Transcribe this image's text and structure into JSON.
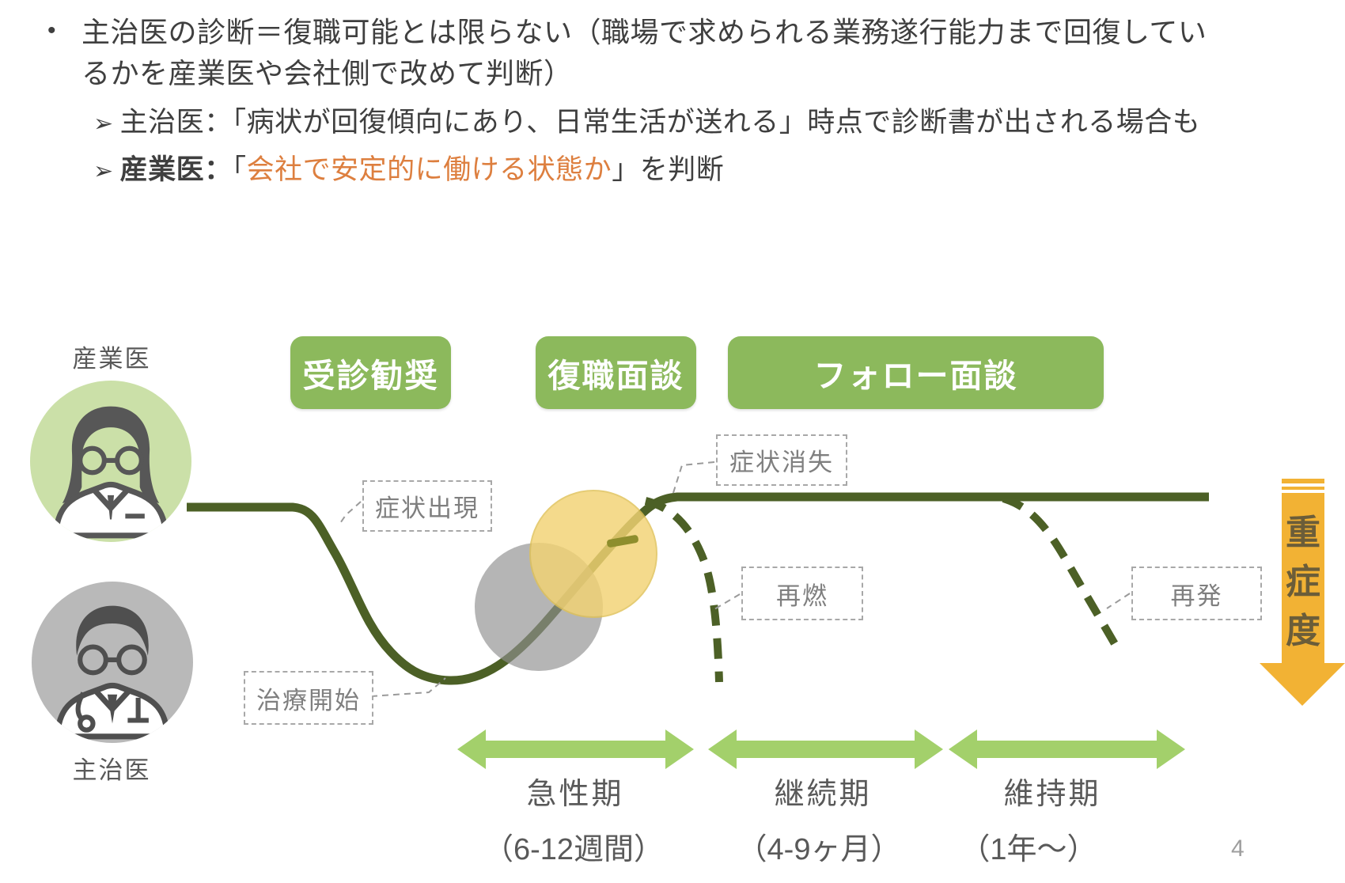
{
  "slide": {
    "page_number": "4",
    "notes": {
      "bullet_marker": "•",
      "main_line1": "主治医の診断＝復職可能とは限らない（職場で求められる業務遂行能力まで回復してい",
      "main_line2": "るかを産業医や会社側で改めて判断）",
      "arrow_marker": "➢",
      "sub1_label": "主治医：",
      "sub1_text": "「病状が回復傾向にあり、日常生活が送れる」時点で診断書が出される場合も",
      "sub2_label": "産業医：",
      "sub2_quote_open": "「",
      "sub2_highlight": "会社で安定的に働ける状態か",
      "sub2_quote_close": "」",
      "sub2_suffix": "を判断"
    },
    "diagram": {
      "actors": {
        "top": "産業医",
        "bottom": "主治医"
      },
      "stages": {
        "stage1": "受診勧奨",
        "stage2": "復職面談",
        "stage3": "フォロー面談"
      },
      "events": {
        "symptom_onset": "症状出現",
        "symptom_gone": "症状消失",
        "treatment_start": "治療開始",
        "relapse": "再燃",
        "recurrence": "再発"
      },
      "phases": [
        {
          "name": "急性期",
          "duration": "（6-12週間）"
        },
        {
          "name": "継続期",
          "duration": "（4-9ヶ月）"
        },
        {
          "name": "維持期",
          "duration": "（1年〜）"
        }
      ],
      "severity": {
        "label": "重症度",
        "chars": [
          "重",
          "症",
          "度"
        ]
      }
    },
    "colors": {
      "stage_button_green": "#8cb95c",
      "timeline_curve_green": "#4c6026",
      "phase_arrow_green": "#a3d06b",
      "severity_arrow_orange": "#f2b234",
      "highlight_orange": "#dd7f3f",
      "occupational_doctor_bg": "#cbe0a8",
      "attending_doctor_bg": "#b9b9b9",
      "event_label_gray": "#7f7f7f"
    }
  }
}
